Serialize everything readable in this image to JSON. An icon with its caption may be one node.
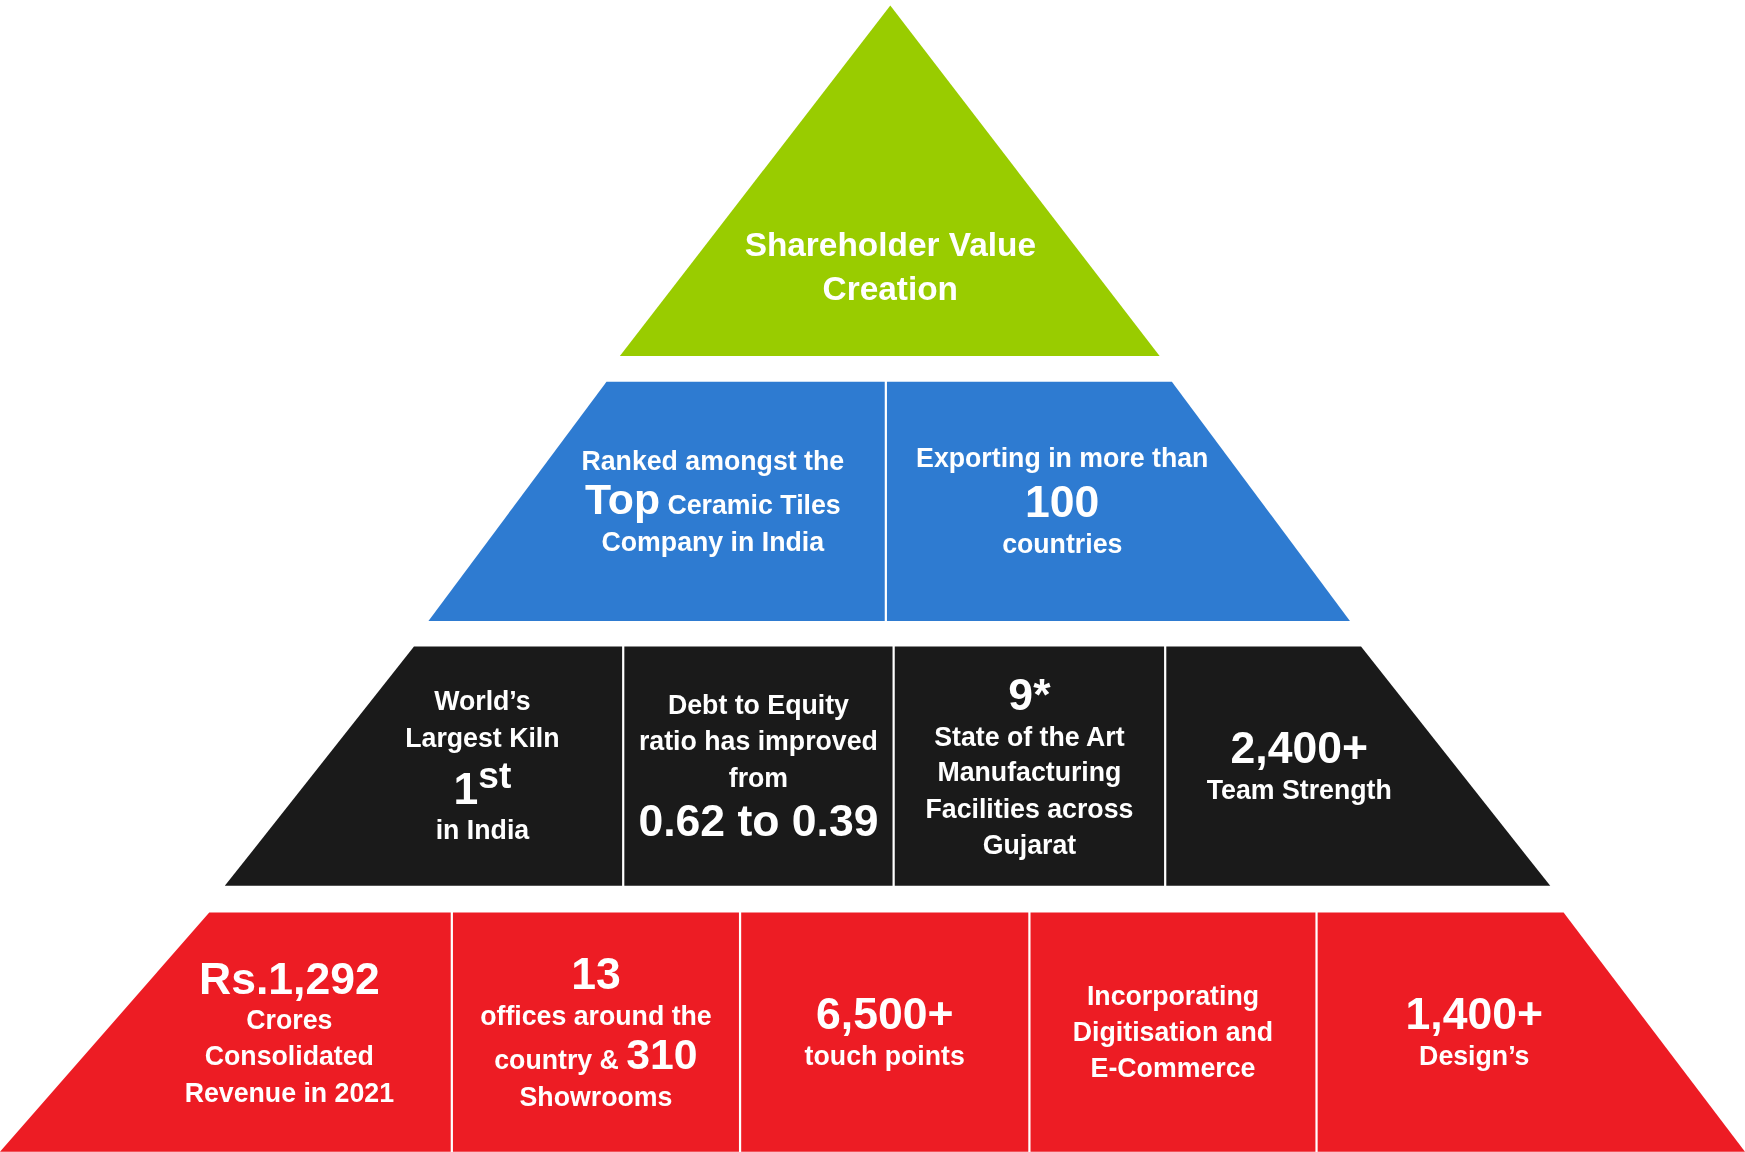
{
  "diagram": {
    "nodes": [
      {
        "text": [
          "Shareholder Value Creation"
        ]
      },
      {
        "text": [
          "Ranked amongst the **Top** Ceramic Tiles Company in India"
        ]
      },
      {
        "text": [
          "Exporting in more than",
          "100",
          "countries"
        ]
      },
      {
        "text": [
          "World’s Largest Kiln",
          "1$^{st}$",
          "in India"
        ]
      },
      {
        "text": [
          "Debt to Equity ratio has improved from",
          "0.62 to 0.39"
        ]
      },
      {
        "text": [
          "9*",
          "State of the Art Manufacturing Facilities across Gujarat"
        ]
      },
      {
        "text": [
          "2,400+",
          "Team Strength"
        ]
      },
      {
        "text": [
          "Rs.1,292",
          "Crores Consolidated Revenue in 2021"
        ]
      },
      {
        "text": [
          "13",
          "offices around the country & **310** Showrooms"
        ]
      },
      {
        "text": [
          "6,500+",
          "touch points"
        ]
      },
      {
        "text": [
          "Incorporating Digitisation and E-Commerce"
        ]
      },
      {
        "text": [
          "1,400+",
          "Design’s"
        ]
      }
    ],
    "edges": []
  }
}
